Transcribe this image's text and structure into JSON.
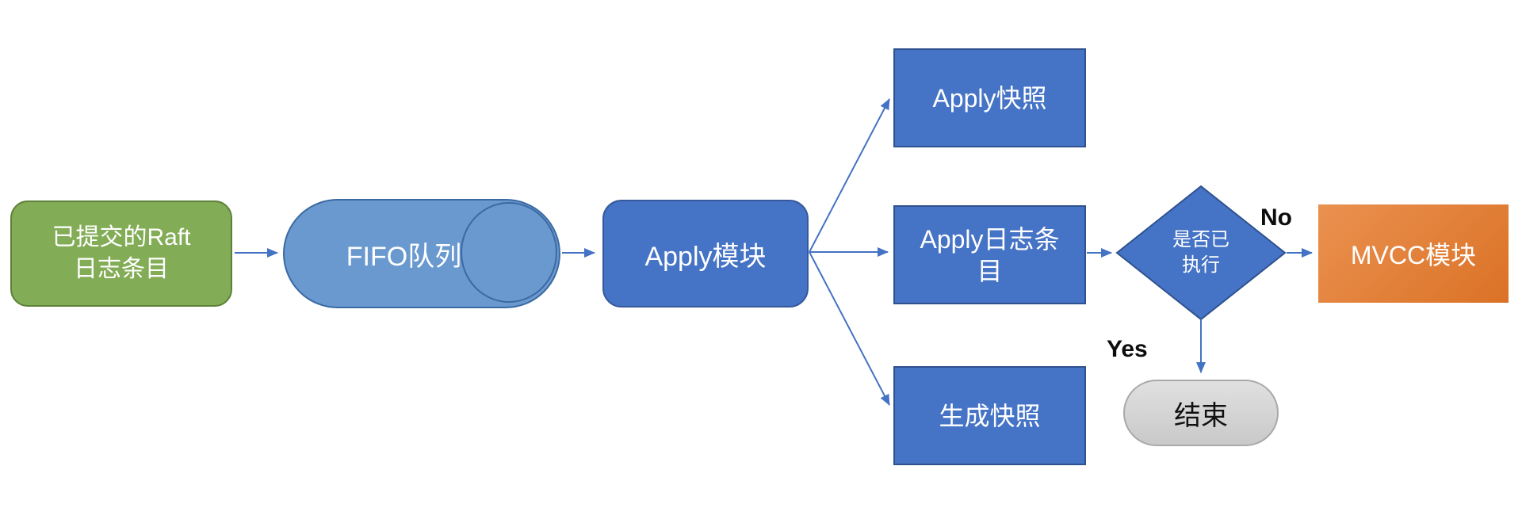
{
  "diagram": {
    "type": "flowchart",
    "nodes": {
      "raft_log": {
        "label": "已提交的Raft\n日志条目",
        "shape": "rounded-rectangle",
        "fill": "#82AC55"
      },
      "fifo_queue": {
        "label": "FIFO队列",
        "shape": "horizontal-cylinder",
        "fill": "#6999CE"
      },
      "apply_module": {
        "label": "Apply模块",
        "shape": "rounded-rectangle",
        "fill": "#4573C5"
      },
      "apply_snapshot": {
        "label": "Apply快照",
        "shape": "rectangle",
        "fill": "#4573C5"
      },
      "apply_log_entries": {
        "label": "Apply日志条\n目",
        "shape": "rectangle",
        "fill": "#4573C5"
      },
      "generate_snapshot": {
        "label": "生成快照",
        "shape": "rectangle",
        "fill": "#4573C5"
      },
      "decision_executed": {
        "label": "是否已\n执行",
        "shape": "diamond",
        "fill": "#4573C5"
      },
      "mvcc_module": {
        "label": "MVCC模块",
        "shape": "rectangle",
        "fill": "#E0812E"
      },
      "end": {
        "label": "结束",
        "shape": "terminator",
        "fill": "#D9D9D9"
      }
    },
    "edge_labels": {
      "no": "No",
      "yes": "Yes"
    },
    "edges": [
      {
        "from": "raft_log",
        "to": "fifo_queue"
      },
      {
        "from": "fifo_queue",
        "to": "apply_module"
      },
      {
        "from": "apply_module",
        "to": "apply_snapshot"
      },
      {
        "from": "apply_module",
        "to": "apply_log_entries"
      },
      {
        "from": "apply_module",
        "to": "generate_snapshot"
      },
      {
        "from": "apply_log_entries",
        "to": "decision_executed"
      },
      {
        "from": "decision_executed",
        "to": "mvcc_module",
        "label": "No"
      },
      {
        "from": "decision_executed",
        "to": "end",
        "label": "Yes"
      }
    ],
    "colors": {
      "arrow": "#4472C4",
      "green_fill": "#82AC55",
      "green_border": "#5E8139",
      "light_blue_fill": "#6999CE",
      "light_blue_border": "#3B69A3",
      "blue_fill": "#4573C5",
      "blue_border": "#2F528F",
      "orange_fill": "#E0812E",
      "gray_fill": "#D9D9D9",
      "label_text": "#0d0d0d"
    }
  }
}
